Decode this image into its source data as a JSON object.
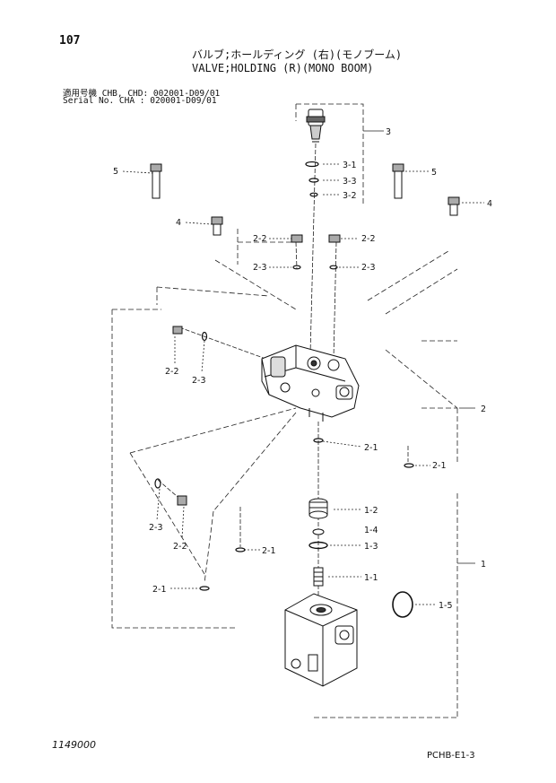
{
  "page": {
    "number": "107",
    "title_jp": "バルブ;ホールディング (右)(モノブーム)",
    "title_en": "VALVE;HOLDING (R)(MONO BOOM)",
    "serial_line_1": "適用号機 CHB, CHD: 002001-D09/01",
    "serial_line_2": "Serial No. CHA      : 020001-D09/01",
    "drawing_number": "1149000",
    "page_code": "PCHB-E1-3"
  },
  "callouts": {
    "c3": "3",
    "c3_1": "3-1",
    "c3_3": "3-3",
    "c3_2": "3-2",
    "c5_left": "5",
    "c5_right": "5",
    "c4_left": "4",
    "c4_right": "4",
    "c2_2_a": "2-2",
    "c2_2_b": "2-2",
    "c2_3_a": "2-3",
    "c2_3_b": "2-3",
    "c2_2_c": "2-2",
    "c2_3_c": "2-3",
    "c2": "2",
    "c2_1_a": "2-1",
    "c2_1_b": "2-1",
    "c2_3_d": "2-3",
    "c2_2_d": "2-2",
    "c2_1_c": "2-1",
    "c2_1_d": "2-1",
    "c1_2": "1-2",
    "c1_4": "1-4",
    "c1_3": "1-3",
    "c1_1": "1-1",
    "c1_5": "1-5",
    "c1": "1"
  }
}
